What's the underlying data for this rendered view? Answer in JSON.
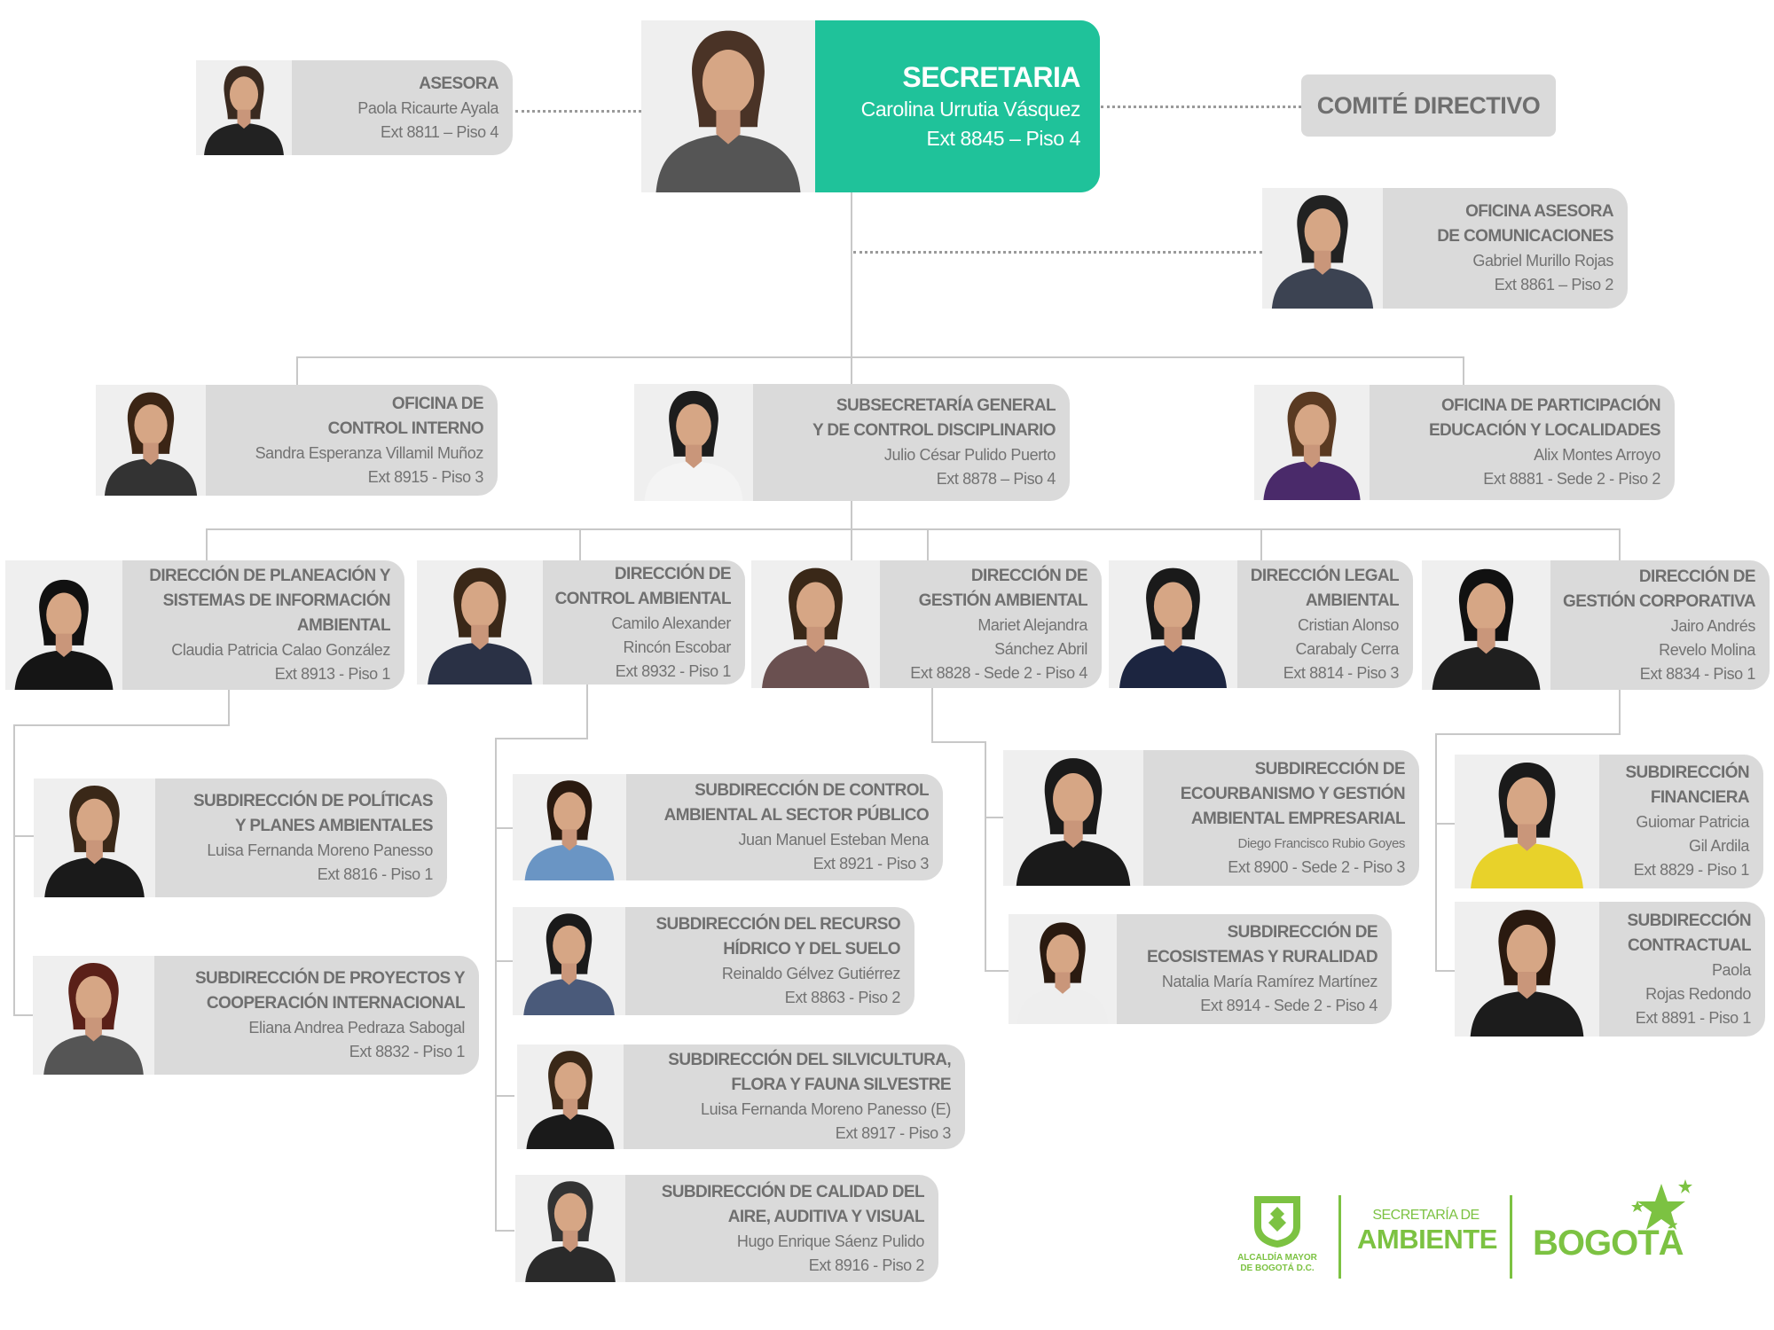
{
  "comite": "COMITÉ DIRECTIVO",
  "cards": {
    "asesora": {
      "title": [
        "ASESORA"
      ],
      "name": [
        "Paola Ricaurte Ayala"
      ],
      "ext": "Ext 8811 – Piso 4"
    },
    "secretaria": {
      "title": [
        "SECRETARIA"
      ],
      "name": [
        "Carolina Urrutia Vásquez"
      ],
      "ext": "Ext 8845 – Piso 4"
    },
    "comunicaciones": {
      "title": [
        "OFICINA ASESORA",
        "DE COMUNICACIONES"
      ],
      "name": [
        "Gabriel Murillo Rojas"
      ],
      "ext": "Ext 8861 – Piso 2"
    },
    "control_interno": {
      "title": [
        "OFICINA DE",
        "CONTROL INTERNO"
      ],
      "name": [
        "Sandra Esperanza Villamil Muñoz"
      ],
      "ext": "Ext 8915 - Piso 3"
    },
    "subsecretaria": {
      "title": [
        "SUBSECRETARÍA GENERAL",
        "Y DE CONTROL DISCIPLINARIO"
      ],
      "name": [
        "Julio César Pulido Puerto"
      ],
      "ext": "Ext 8878 – Piso 4"
    },
    "participacion": {
      "title": [
        "OFICINA DE PARTICIPACIÓN",
        "EDUCACIÓN Y LOCALIDADES"
      ],
      "name": [
        "Alix Montes Arroyo"
      ],
      "ext": "Ext 8881 - Sede 2 - Piso 2"
    },
    "planeacion": {
      "title": [
        "DIRECCIÓN DE PLANEACIÓN Y",
        "SISTEMAS DE INFORMACIÓN",
        "AMBIENTAL"
      ],
      "name": [
        "Claudia Patricia Calao González"
      ],
      "ext": "Ext 8913 - Piso 1"
    },
    "control_ambiental": {
      "title": [
        "DIRECCIÓN DE",
        "CONTROL AMBIENTAL"
      ],
      "name": [
        "Camilo Alexander",
        "Rincón Escobar"
      ],
      "ext": "Ext 8932 - Piso 1"
    },
    "gestion_ambiental": {
      "title": [
        "DIRECCIÓN DE",
        "GESTIÓN AMBIENTAL"
      ],
      "name": [
        "Mariet Alejandra",
        "Sánchez Abril"
      ],
      "ext": "Ext 8828 - Sede 2 - Piso 4"
    },
    "legal": {
      "title": [
        "DIRECCIÓN LEGAL",
        "AMBIENTAL"
      ],
      "name": [
        "Cristian Alonso",
        "Carabaly Cerra"
      ],
      "ext": "Ext 8814 - Piso 3"
    },
    "corporativa": {
      "title": [
        "DIRECCIÓN DE",
        "GESTIÓN CORPORATIVA"
      ],
      "name": [
        "Jairo Andrés",
        "Revelo Molina"
      ],
      "ext": "Ext 8834 - Piso 1"
    },
    "politicas": {
      "title": [
        "SUBDIRECCIÓN DE POLÍTICAS",
        "Y PLANES AMBIENTALES"
      ],
      "name": [
        "Luisa Fernanda Moreno Panesso"
      ],
      "ext": "Ext 8816 - Piso 1"
    },
    "proyectos": {
      "title": [
        "SUBDIRECCIÓN DE PROYECTOS Y",
        "COOPERACIÓN INTERNACIONAL"
      ],
      "name": [
        "Eliana Andrea Pedraza Sabogal"
      ],
      "ext": "Ext 8832 - Piso 1"
    },
    "sector_publico": {
      "title": [
        "SUBDIRECCIÓN DE CONTROL",
        "AMBIENTAL AL SECTOR PÚBLICO"
      ],
      "name": [
        "Juan Manuel Esteban Mena"
      ],
      "ext": "Ext 8921 - Piso 3"
    },
    "hidrico": {
      "title": [
        "SUBDIRECCIÓN DEL RECURSO",
        "HÍDRICO Y DEL SUELO"
      ],
      "name": [
        "Reinaldo Gélvez Gutiérrez"
      ],
      "ext": "Ext 8863 - Piso 2"
    },
    "silvicultura": {
      "title": [
        "SUBDIRECCIÓN DEL SILVICULTURA,",
        "FLORA Y FAUNA SILVESTRE"
      ],
      "name": [
        "Luisa Fernanda Moreno Panesso (E)"
      ],
      "ext": "Ext 8917 - Piso 3"
    },
    "aire": {
      "title": [
        "SUBDIRECCIÓN DE CALIDAD DEL",
        "AIRE, AUDITIVA Y VISUAL"
      ],
      "name": [
        "Hugo Enrique Sáenz Pulido"
      ],
      "ext": "Ext 8916 - Piso 2"
    },
    "ecourbanismo": {
      "title": [
        "SUBDIRECCIÓN DE",
        "ECOURBANISMO Y GESTIÓN",
        "AMBIENTAL EMPRESARIAL"
      ],
      "name": [
        "Diego Francisco Rubio Goyes"
      ],
      "ext": "Ext 8900 - Sede 2 - Piso 3"
    },
    "ecosistemas": {
      "title": [
        "SUBDIRECCIÓN DE",
        "ECOSISTEMAS Y RURALIDAD"
      ],
      "name": [
        "Natalia María Ramírez Martínez"
      ],
      "ext": "Ext 8914 - Sede 2 - Piso 4"
    },
    "financiera": {
      "title": [
        "SUBDIRECCIÓN",
        "FINANCIERA"
      ],
      "name": [
        "Guiomar Patricia",
        "Gil Ardila"
      ],
      "ext": "Ext 8829 - Piso 1"
    },
    "contractual": {
      "title": [
        "SUBDIRECCIÓN",
        "CONTRACTUAL"
      ],
      "name": [
        "Paola",
        "Rojas Redondo"
      ],
      "ext": "Ext 8891 - Piso 1"
    }
  },
  "logos": {
    "alcaldia": [
      "ALCALDÍA MAYOR",
      "DE BOGOTÁ D.C."
    ],
    "secretaria_de": "SECRETARÍA DE",
    "ambiente": "AMBIENTE",
    "bogota": "BOGOTÁ"
  },
  "colors": {
    "accent": "#1fc29a",
    "card": "#dadada",
    "text": "#6f6f6f",
    "logo": "#7cc242"
  }
}
